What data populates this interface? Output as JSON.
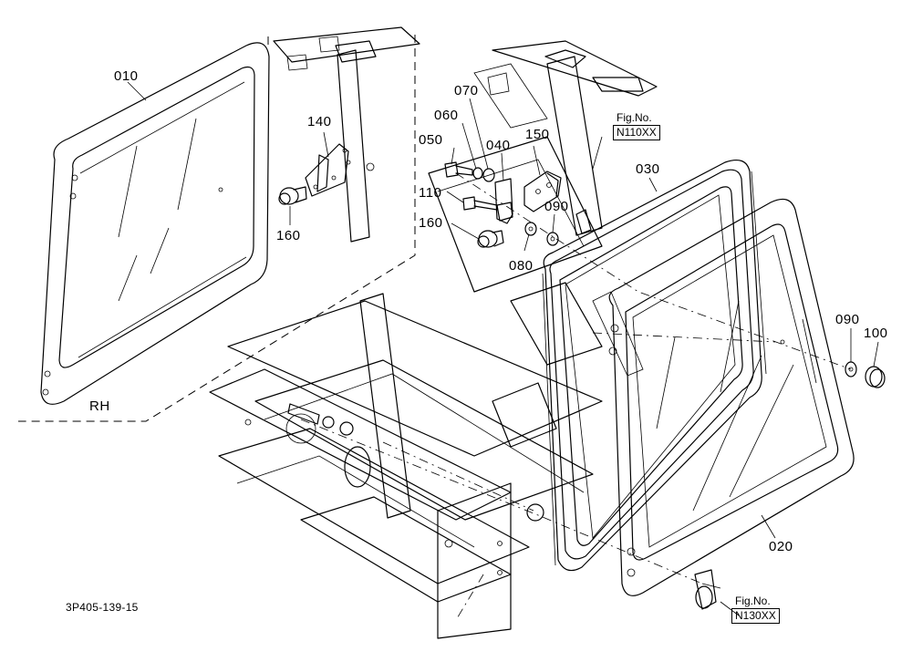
{
  "parts": {
    "p010": "010",
    "p020": "020",
    "p030": "030",
    "p040": "040",
    "p050": "050",
    "p060": "060",
    "p070": "070",
    "p080": "080",
    "p090a": "090",
    "p090b": "090",
    "p100": "100",
    "p110": "110",
    "p140": "140",
    "p150": "150",
    "p160a": "160",
    "p160b": "160"
  },
  "side_label": "RH",
  "fig_refs": {
    "top": {
      "label": "Fig.No.",
      "code": "N110XX"
    },
    "bottom": {
      "label": "Fig.No.",
      "code": "N130XX"
    }
  },
  "drawing_code": "3P405-139-15"
}
